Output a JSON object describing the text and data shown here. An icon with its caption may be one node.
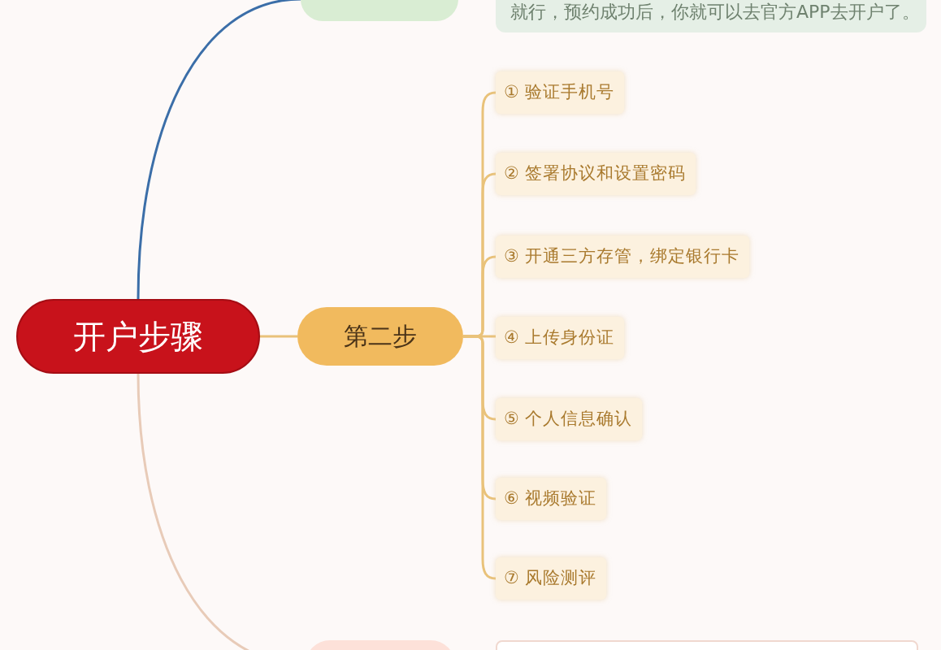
{
  "diagram": {
    "nodes": [
      {
        "text": [
          "开户步骤"
        ]
      },
      {
        "text": [],
        "shape": "pill"
      },
      {
        "text": [
          "就行，预约成功后，你就可以去官方APP去开户了。"
        ]
      },
      {
        "text": [
          "第二步"
        ]
      },
      {
        "text": [
          "① 验证手机号"
        ]
      },
      {
        "text": [
          "② 签署协议和设置密码"
        ]
      },
      {
        "text": [
          "③ 开通三方存管，绑定银行卡"
        ]
      },
      {
        "text": [
          "④ 上传身份证"
        ]
      },
      {
        "text": [
          "⑤ 个人信息确认"
        ]
      },
      {
        "text": [
          "⑥ 视频验证"
        ]
      },
      {
        "text": [
          "⑦ 风险测评"
        ]
      },
      {
        "text": [],
        "shape": "pill"
      },
      {
        "text": [],
        "shape": "box"
      }
    ],
    "edges": [
      {
        "from": 0,
        "to": 1,
        "arrow": "none",
        "color": "#3b6ea8"
      },
      {
        "from": 0,
        "to": 3,
        "arrow": "none"
      },
      {
        "from": 3,
        "to": 4,
        "arrow": "none"
      },
      {
        "from": 3,
        "to": 5,
        "arrow": "none"
      },
      {
        "from": 3,
        "to": 6,
        "arrow": "none"
      },
      {
        "from": 3,
        "to": 7,
        "arrow": "none"
      },
      {
        "from": 3,
        "to": 8,
        "arrow": "none"
      },
      {
        "from": 3,
        "to": 9,
        "arrow": "none"
      },
      {
        "from": 3,
        "to": 10,
        "arrow": "none"
      },
      {
        "from": 0,
        "to": 11,
        "arrow": "none",
        "color": "#e8cbb8"
      }
    ]
  }
}
